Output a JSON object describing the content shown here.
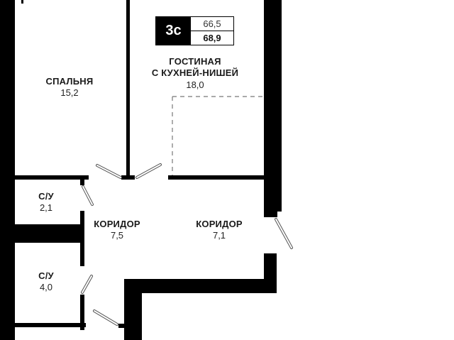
{
  "apartment": {
    "type_label": "3с",
    "living_area": "66,5",
    "total_area": "68,9"
  },
  "rooms": [
    {
      "name": "СПАЛЬНЯ",
      "area": "15,2"
    },
    {
      "name_line1": "ГОСТИНАЯ",
      "name_line2": "С КУХНЕЙ-НИШЕЙ",
      "area": "18,0"
    },
    {
      "name": "С/У",
      "area": "2,1"
    },
    {
      "name": "КОРИДОР",
      "area": "7,5"
    },
    {
      "name": "КОРИДОР",
      "area": "7,1"
    },
    {
      "name": "С/У",
      "area": "4,0"
    }
  ],
  "colors": {
    "wall": "#000000",
    "background": "#ffffff",
    "door": "#888888",
    "kitchen_niche_dash": "#777777"
  }
}
